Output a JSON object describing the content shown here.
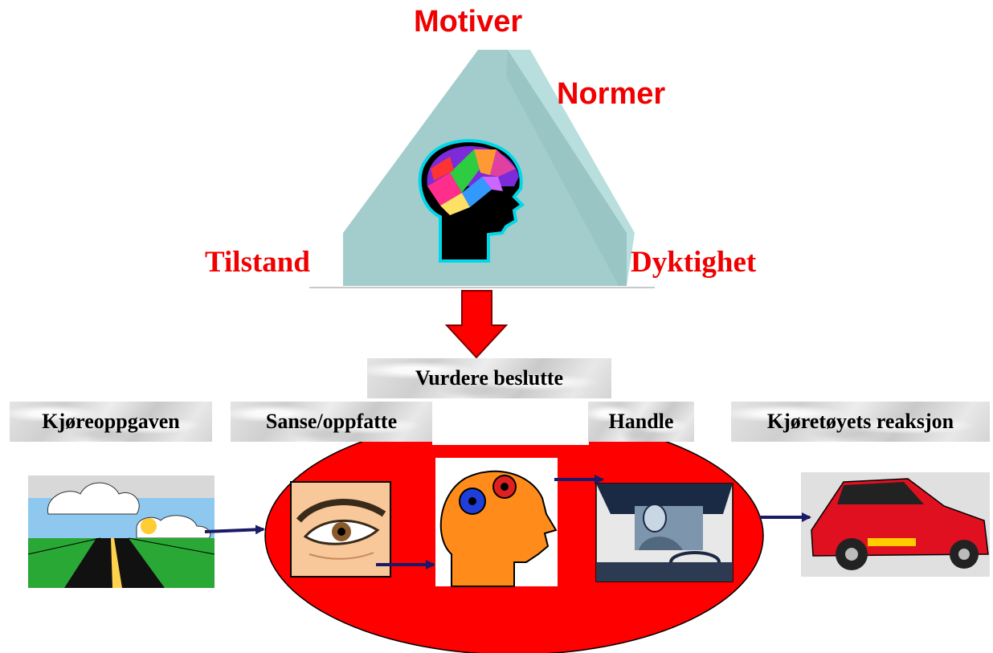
{
  "triangle": {
    "top_label": "Motiver",
    "right_label": "Normer",
    "left_label": "Tilstand",
    "bottom_right_label": "Dyktighet"
  },
  "stages": {
    "decide": "Vurdere beslutte",
    "task": "Kjøreoppgaven",
    "perceive": "Sanse/oppfatte",
    "act": "Handle",
    "vehicle": "Kjøretøyets reaksjon"
  },
  "colors": {
    "label_red": "#f00000",
    "triangle_teal": "#a3cdcd",
    "ellipse_red": "#ff0000",
    "arrow_navy": "#1a1a66"
  },
  "icons": [
    "brain-head-icon",
    "road-scene-icon",
    "eye-icon",
    "gears-head-icon",
    "driver-icon",
    "car-icon",
    "down-arrow-icon"
  ]
}
